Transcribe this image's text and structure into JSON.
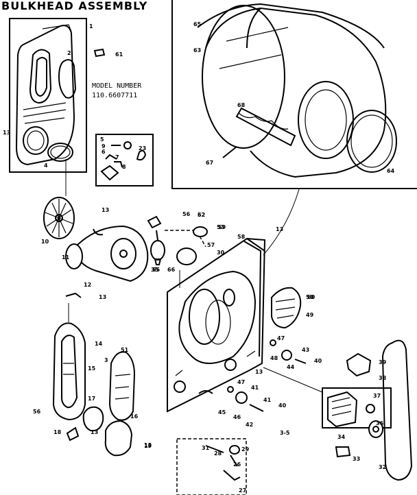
{
  "diagram": {
    "title": "BULKHEAD ASSEMBLY",
    "model_label": "MODEL NUMBER",
    "model_number": "110.6607711",
    "page_ref": "3-5",
    "callouts": [
      {
        "id": "c1",
        "text": "1"
      },
      {
        "id": "c2",
        "text": "2"
      },
      {
        "id": "c3",
        "text": "3"
      },
      {
        "id": "c4",
        "text": "4"
      },
      {
        "id": "c5",
        "text": "5"
      },
      {
        "id": "c6",
        "text": "6"
      },
      {
        "id": "c7",
        "text": "7"
      },
      {
        "id": "c8",
        "text": "8"
      },
      {
        "id": "c9",
        "text": "9"
      },
      {
        "id": "c10",
        "text": "10"
      },
      {
        "id": "c11",
        "text": "11"
      },
      {
        "id": "c12",
        "text": "12"
      },
      {
        "id": "c13a",
        "text": "13"
      },
      {
        "id": "c13b",
        "text": "13"
      },
      {
        "id": "c13c",
        "text": "13"
      },
      {
        "id": "c13d",
        "text": "13"
      },
      {
        "id": "c13e",
        "text": "13"
      },
      {
        "id": "c13f",
        "text": "13"
      },
      {
        "id": "c13g",
        "text": "13"
      },
      {
        "id": "c14",
        "text": "14"
      },
      {
        "id": "c15",
        "text": "15"
      },
      {
        "id": "c16",
        "text": "16"
      },
      {
        "id": "c17",
        "text": "17"
      },
      {
        "id": "c18",
        "text": "18"
      },
      {
        "id": "c19",
        "text": "19"
      },
      {
        "id": "c23",
        "text": "23"
      },
      {
        "id": "c26",
        "text": "26"
      },
      {
        "id": "c27",
        "text": "27"
      },
      {
        "id": "c28",
        "text": "28"
      },
      {
        "id": "c29",
        "text": "29"
      },
      {
        "id": "c30",
        "text": "30"
      },
      {
        "id": "c31",
        "text": "31"
      },
      {
        "id": "c32",
        "text": "32"
      },
      {
        "id": "c33",
        "text": "33"
      },
      {
        "id": "c34",
        "text": "34"
      },
      {
        "id": "c35",
        "text": "35"
      },
      {
        "id": "c36",
        "text": "36"
      },
      {
        "id": "c37",
        "text": "37"
      },
      {
        "id": "c38",
        "text": "38"
      },
      {
        "id": "c39",
        "text": "39"
      },
      {
        "id": "c40a",
        "text": "40"
      },
      {
        "id": "c40b",
        "text": "40"
      },
      {
        "id": "c41a",
        "text": "41"
      },
      {
        "id": "c41b",
        "text": "41"
      },
      {
        "id": "c42",
        "text": "42"
      },
      {
        "id": "c43",
        "text": "43"
      },
      {
        "id": "c44",
        "text": "44"
      },
      {
        "id": "c45",
        "text": "45"
      },
      {
        "id": "c46",
        "text": "46"
      },
      {
        "id": "c47a",
        "text": "47"
      },
      {
        "id": "c47b",
        "text": "47"
      },
      {
        "id": "c48",
        "text": "48"
      },
      {
        "id": "c49",
        "text": "49"
      },
      {
        "id": "c50",
        "text": "50"
      },
      {
        "id": "c51",
        "text": "51"
      },
      {
        "id": "c52",
        "text": "52"
      },
      {
        "id": "c53",
        "text": "53"
      },
      {
        "id": "c55",
        "text": "55"
      },
      {
        "id": "c56a",
        "text": "56"
      },
      {
        "id": "c56b",
        "text": "56"
      },
      {
        "id": "c57",
        "text": "57"
      },
      {
        "id": "c58",
        "text": "58"
      },
      {
        "id": "c59",
        "text": "59"
      },
      {
        "id": "c60",
        "text": "60"
      },
      {
        "id": "c61",
        "text": "61"
      },
      {
        "id": "c62",
        "text": "62"
      },
      {
        "id": "c63",
        "text": "63"
      },
      {
        "id": "c64",
        "text": "64"
      },
      {
        "id": "c65",
        "text": "65"
      },
      {
        "id": "c66",
        "text": "66"
      },
      {
        "id": "c67",
        "text": "67"
      },
      {
        "id": "c68",
        "text": "68"
      },
      {
        "id": "c8b",
        "text": "8"
      },
      {
        "id": "c34b",
        "text": "34"
      },
      {
        "id": "c53b",
        "text": "53"
      }
    ]
  }
}
